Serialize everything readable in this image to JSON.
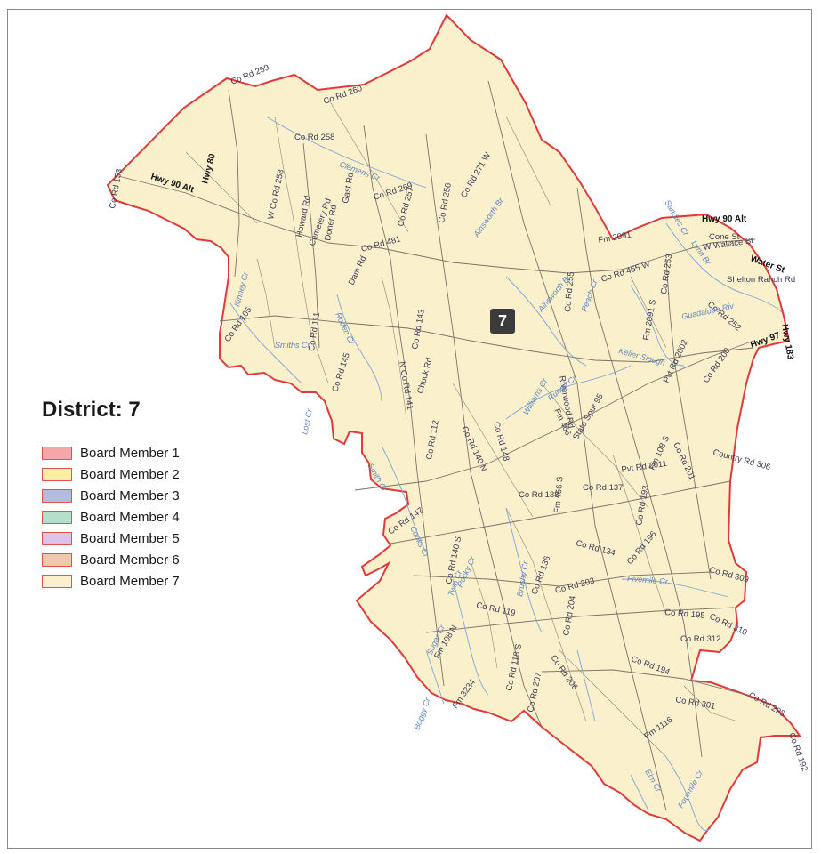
{
  "district": {
    "title": "District: 7",
    "badge": "7"
  },
  "legend": {
    "items": [
      {
        "label": "Board Member 1",
        "color": "#f4a7a6"
      },
      {
        "label": "Board Member 2",
        "color": "#fbf0a1"
      },
      {
        "label": "Board Member 3",
        "color": "#b3bbe0"
      },
      {
        "label": "Board Member 4",
        "color": "#b6dec8"
      },
      {
        "label": "Board Member 5",
        "color": "#dcc4e8"
      },
      {
        "label": "Board Member 6",
        "color": "#f0c8b0"
      },
      {
        "label": "Board Member 7",
        "color": "#faf0cc"
      }
    ]
  },
  "map": {
    "fill_color": "#faf0cc",
    "boundary_color": "#e03a3a",
    "road_labels": [
      "Co Rd 259",
      "Co Rd 260",
      "Co Rd 258",
      "Co Rd 153",
      "Hwy 90 Alt",
      "Hwy 80",
      "W Co Rd 258",
      "Howard Rd",
      "Cemetery Rd",
      "Doner Rd",
      "Gast Rd",
      "Co Rd 269",
      "Co Rd 257",
      "Co Rd 481",
      "Dam Rd",
      "Co Rd 256",
      "Co Rd 271 W",
      "Fm 2091",
      "Hwy 90 Alt",
      "Cone St",
      "W Wallace St",
      "Water St",
      "Co Rd 465 W",
      "Co Rd 253",
      "Shelton Ranch Rd",
      "Co Rd 252",
      "Hwy 97",
      "Hwy 183",
      "Co Rd 105",
      "Co Rd 111",
      "Co Rd 143",
      "N Co Rd 141",
      "Chuck Rd",
      "Co Rd 145",
      "Co Rd 255",
      "Riverwood Rd",
      "Fm 2091 S",
      "Pvt Rd 2002",
      "Co Rd 200",
      "Fm 466",
      "State Spur 95",
      "Co Rd 112",
      "Co Rd 140 N",
      "Co Rd 148",
      "Fm 108 S",
      "Co Rd 201",
      "Country Rd 306",
      "Pvt Rd 2011",
      "Fm 466 S",
      "Co Rd 137",
      "Co Rd 138",
      "Co Rd 193",
      "Co Rd 196",
      "Co Rd 134",
      "Co Rd 147",
      "Co Rd 140 S",
      "Co Rd 136",
      "Co Rd 203",
      "Co Rd 309",
      "Co Rd 119",
      "Co Rd 204",
      "Co Rd 195",
      "Co Rd 310",
      "Co Rd 312",
      "Fm 108 N",
      "Co Rd 118 S",
      "Co Rd 206",
      "Co Rd 207",
      "Co Rd 194",
      "Fm 3234",
      "Co Rd 301",
      "Co Rd 298",
      "Fm 1116",
      "Co Rd 192"
    ],
    "creek_labels": [
      "Clemens Cr",
      "Ainsworth Br",
      "Sandies Cr",
      "Guadalupe Riv",
      "Peach Cr",
      "Roden Cr",
      "Kinney Cr",
      "Ainsworth Br",
      "Lynn Br",
      "Smith Cr",
      "Keller Slough",
      "Williams Cr",
      "Runge Cr",
      "Smiths Cr",
      "Brushy Cr",
      "Lost Cr",
      "Twin Cr",
      "Fivemile Cr",
      "Sugar Cr",
      "Rocky Cr",
      "Boggy Cr",
      "Cooks Cr",
      "Elm Cr",
      "Fourmile Cr"
    ]
  }
}
